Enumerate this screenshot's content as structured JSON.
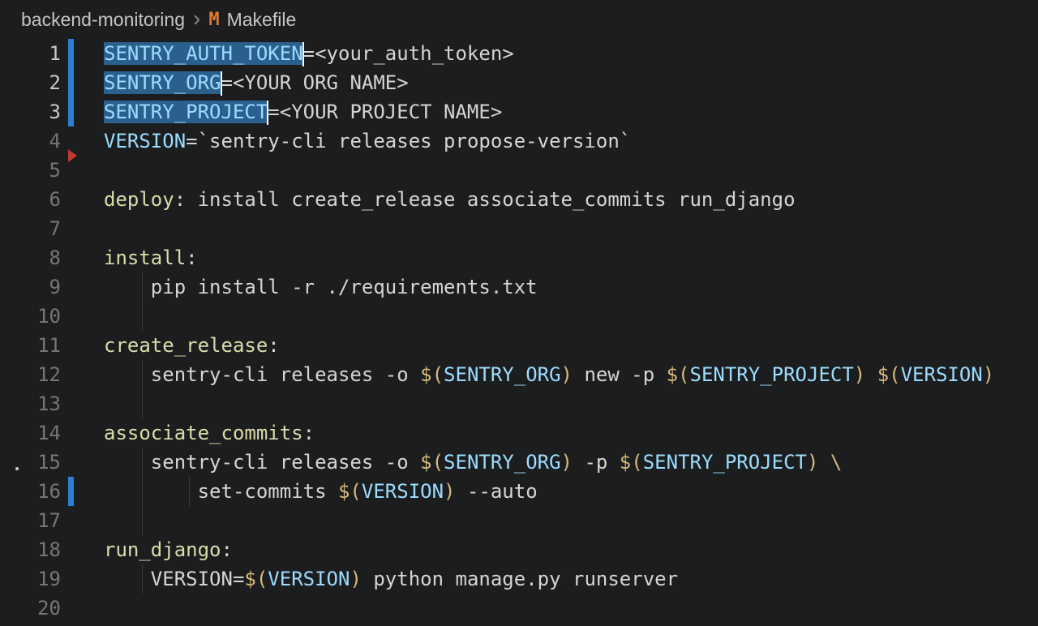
{
  "breadcrumb": {
    "project": "backend-monitoring",
    "separator": "›",
    "file_icon": "M",
    "file": "Makefile"
  },
  "colors": {
    "background": "#1b1d1e",
    "breadcrumb_fg": "#c5c5c5",
    "chevron_fg": "#8a8a8a",
    "icon_orange": "#e37933",
    "gutter_fg": "#767676",
    "gutter_active_fg": "#c8c8c8",
    "default_fg": "#d5d5d5",
    "variable_fg": "#9cdcfe",
    "target_fg": "#dcdcaa",
    "operator_fg": "#d7ba7d",
    "selection_bg": "#2b5f8e",
    "cursor": "#ffffff",
    "modified_bar": "#2b7fd4",
    "deleted_marker": "#bf3b30",
    "indent_guide": "#3b3b3b",
    "stray_dot": "#cccccc"
  },
  "editor": {
    "lines": [
      {
        "n": "1",
        "active": true,
        "mod": true,
        "guides": [],
        "tokens": [
          {
            "s": "SENTRY_AUTH_TOKEN",
            "c": "v",
            "sel": true,
            "cursor": true
          },
          {
            "s": "=<your_auth_token>",
            "c": "d"
          }
        ]
      },
      {
        "n": "2",
        "active": true,
        "mod": true,
        "guides": [],
        "tokens": [
          {
            "s": "SENTRY_ORG",
            "c": "v",
            "sel": true,
            "cursor": true
          },
          {
            "s": "=<YOUR ORG NAME>",
            "c": "d"
          }
        ]
      },
      {
        "n": "3",
        "active": true,
        "mod": true,
        "guides": [],
        "tokens": [
          {
            "s": "SENTRY_PROJECT",
            "c": "v",
            "sel": true,
            "cursor": true
          },
          {
            "s": "=<YOUR PROJECT NAME>",
            "c": "d"
          }
        ]
      },
      {
        "n": "4",
        "guides": [],
        "tokens": [
          {
            "s": "VERSION",
            "c": "v"
          },
          {
            "s": "=`sentry-cli releases propose-version`",
            "c": "d"
          }
        ]
      },
      {
        "n": "5",
        "del": true,
        "guides": [],
        "tokens": []
      },
      {
        "n": "6",
        "guides": [],
        "tokens": [
          {
            "s": "deploy",
            "c": "t"
          },
          {
            "s": ": install create_release associate_commits run_django",
            "c": "d"
          }
        ]
      },
      {
        "n": "7",
        "guides": [],
        "tokens": []
      },
      {
        "n": "8",
        "guides": [],
        "tokens": [
          {
            "s": "install",
            "c": "t"
          },
          {
            "s": ":",
            "c": "d"
          }
        ]
      },
      {
        "n": "9",
        "guides": [
          1
        ],
        "tokens": [
          {
            "s": "    pip install -r ./requirements.txt",
            "c": "d"
          }
        ]
      },
      {
        "n": "10",
        "guides": [
          1
        ],
        "tokens": []
      },
      {
        "n": "11",
        "guides": [],
        "tokens": [
          {
            "s": "create_release",
            "c": "t"
          },
          {
            "s": ":",
            "c": "d"
          }
        ]
      },
      {
        "n": "12",
        "guides": [
          1
        ],
        "tokens": [
          {
            "s": "    sentry-cli releases -o ",
            "c": "d"
          },
          {
            "s": "$(",
            "c": "g"
          },
          {
            "s": "SENTRY_ORG",
            "c": "v"
          },
          {
            "s": ")",
            "c": "g"
          },
          {
            "s": " new -p ",
            "c": "d"
          },
          {
            "s": "$(",
            "c": "g"
          },
          {
            "s": "SENTRY_PROJECT",
            "c": "v"
          },
          {
            "s": ")",
            "c": "g"
          },
          {
            "s": " ",
            "c": "d"
          },
          {
            "s": "$(",
            "c": "g"
          },
          {
            "s": "VERSION",
            "c": "v"
          },
          {
            "s": ")",
            "c": "g"
          }
        ]
      },
      {
        "n": "13",
        "guides": [
          1
        ],
        "tokens": []
      },
      {
        "n": "14",
        "guides": [],
        "tokens": [
          {
            "s": "associate_commits",
            "c": "t"
          },
          {
            "s": ":",
            "c": "d"
          }
        ]
      },
      {
        "n": "15",
        "guides": [
          1
        ],
        "tokens": [
          {
            "s": "    sentry-cli releases -o ",
            "c": "d"
          },
          {
            "s": "$(",
            "c": "g"
          },
          {
            "s": "SENTRY_ORG",
            "c": "v"
          },
          {
            "s": ")",
            "c": "g"
          },
          {
            "s": " -p ",
            "c": "d"
          },
          {
            "s": "$(",
            "c": "g"
          },
          {
            "s": "SENTRY_PROJECT",
            "c": "v"
          },
          {
            "s": ")",
            "c": "g"
          },
          {
            "s": " ",
            "c": "d"
          },
          {
            "s": "\\",
            "c": "g"
          }
        ]
      },
      {
        "n": "16",
        "mod": true,
        "guides": [
          1,
          2
        ],
        "tokens": [
          {
            "s": "        set-commits ",
            "c": "d"
          },
          {
            "s": "$(",
            "c": "g"
          },
          {
            "s": "VERSION",
            "c": "v"
          },
          {
            "s": ")",
            "c": "g"
          },
          {
            "s": " --auto",
            "c": "d"
          }
        ]
      },
      {
        "n": "17",
        "guides": [
          1
        ],
        "tokens": []
      },
      {
        "n": "18",
        "guides": [],
        "tokens": [
          {
            "s": "run_django",
            "c": "t"
          },
          {
            "s": ":",
            "c": "d"
          }
        ]
      },
      {
        "n": "19",
        "guides": [
          1
        ],
        "tokens": [
          {
            "s": "    VERSION=",
            "c": "d"
          },
          {
            "s": "$(",
            "c": "g"
          },
          {
            "s": "VERSION",
            "c": "v"
          },
          {
            "s": ")",
            "c": "g"
          },
          {
            "s": " python manage.py runserver",
            "c": "d"
          }
        ]
      },
      {
        "n": "20",
        "guides": [],
        "tokens": []
      }
    ]
  }
}
